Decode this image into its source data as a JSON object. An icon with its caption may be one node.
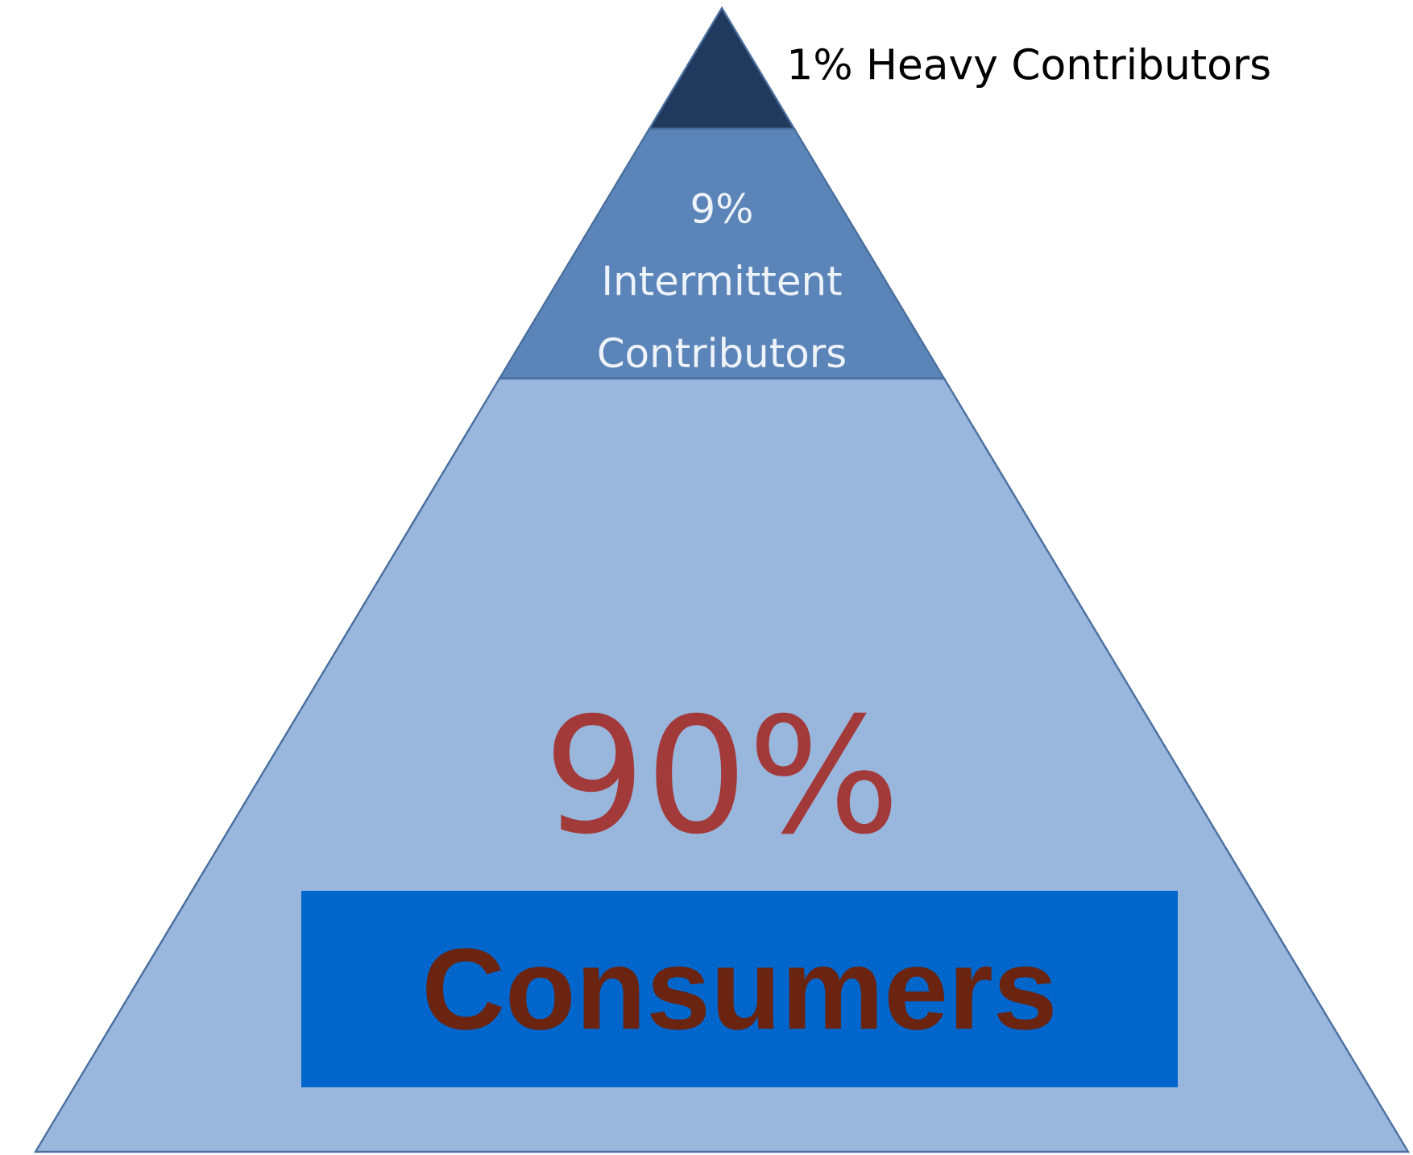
{
  "diagram": {
    "nodes": [
      {
        "text": [],
        "shape": "triangle",
        "beside": [
          "1% Heavy Contributors"
        ]
      },
      {
        "text": [
          "9% Intermittent Contributors"
        ]
      },
      {
        "text": [
          "90%"
        ]
      },
      {
        "text": [
          "Consumers"
        ],
        "in": 2
      }
    ]
  }
}
